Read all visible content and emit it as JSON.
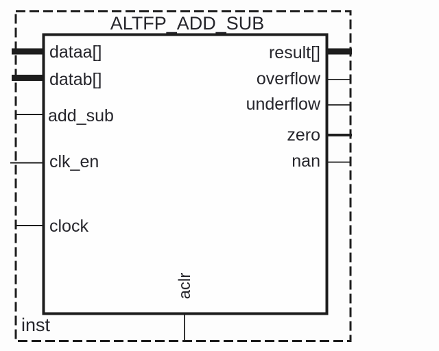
{
  "diagram": {
    "title": "ALTFP_ADD_SUB",
    "instance_label": "inst",
    "left_ports": [
      {
        "label": "dataa[]",
        "kind": "bus-input"
      },
      {
        "label": "datab[]",
        "kind": "bus-input"
      },
      {
        "label": "add_sub",
        "kind": "input"
      },
      {
        "label": "clk_en",
        "kind": "input"
      },
      {
        "label": "clock",
        "kind": "input"
      }
    ],
    "right_ports": [
      {
        "label": "result[]",
        "kind": "bus-output"
      },
      {
        "label": "overflow",
        "kind": "output"
      },
      {
        "label": "underflow",
        "kind": "output"
      },
      {
        "label": "zero",
        "kind": "output"
      },
      {
        "label": "nan",
        "kind": "output"
      }
    ],
    "bottom_ports": [
      {
        "label": "aclr",
        "kind": "input"
      }
    ],
    "colors": {
      "line": "#1d1d1d",
      "text": "#26262c",
      "background": "#fdfdfd"
    }
  }
}
